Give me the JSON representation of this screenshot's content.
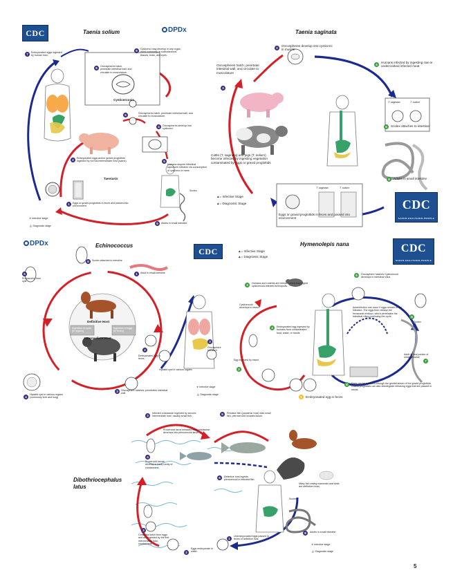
{
  "page_number": "5",
  "colors": {
    "red_arrow": "#d32027",
    "blue_arrow": "#1b2a8e",
    "cdc_blue": "#1d4f91",
    "infective_badge": "#3a2d7a",
    "green_badge": "#3f9d3f"
  },
  "taenia_solium": {
    "title": "Taenia solium",
    "logo_cdc": "CDC",
    "logo_dpdx": "DPDx",
    "cysticercosis_label": "Cysticercosis",
    "taeniasis_label": "Taeniasis",
    "steps": [
      {
        "n": "7",
        "text": "Embryonated eggs ingested by human host."
      },
      {
        "n": "8",
        "text": "Oncospheres hatch, penetrate intestinal wall, and circulate to musculature."
      },
      {
        "n": "9",
        "text": "Cysticerci may develop in any organ, most commonly in subcutaneous tissues, brain, and eyes."
      },
      {
        "n": "2",
        "text": "Embryonated eggs and/or gravid proglottids ingested by normal intermediate host (swine)."
      },
      {
        "n": "3",
        "text": "Oncospheres hatch, penetrate intestinal wall, and circulate to musculature."
      },
      {
        "n": "4",
        "text": "Oncospheres develop into cysticerci."
      },
      {
        "n": "5",
        "text": "Humans acquire intestinal tapeworm infection via consumption of cysticerci in meat."
      },
      {
        "n": "6",
        "text": "Adults in small intestine"
      },
      {
        "n": "1",
        "text": "Eggs or gravid proglottids in feces and passed into environment."
      }
    ],
    "scolex_label": "Scolex",
    "legend": {
      "infective": "Infective stage",
      "diagnostic": "Diagnostic stage"
    }
  },
  "taenia_saginata": {
    "title": "Taenia saginata",
    "logo_cdc": "CDC",
    "logo_sub": "SAFER·HEALTHIER·PEOPLE",
    "steps": [
      {
        "n": "2",
        "text": "Oncospheres develop into cysticerci in muscle"
      },
      {
        "n": "3",
        "text": "Oncospheres hatch, penetrate intestinal wall, and circulate to musculature"
      },
      {
        "n": "4",
        "text": "Humans infected by ingesting raw or undercooked infected meat"
      },
      {
        "n": "5",
        "text": "Scolex attaches to intestine"
      },
      {
        "n": "6",
        "text": "Adults in small intestine"
      },
      {
        "n": "2",
        "text": "Cattle (T. saginata) and pigs (T. solium) become infected by ingesting vegetation contaminated by eggs or gravid proglottids"
      },
      {
        "n": "1",
        "text": "Eggs or gravid proglottids in feces and passed into environment"
      }
    ],
    "species": [
      "T. saginata",
      "T. solium"
    ],
    "legend": {
      "infective": "= Infective Stage",
      "diagnostic": "= Diagnostic Stage"
    }
  },
  "echinococcus": {
    "title": "Echinococcus",
    "logo_dpdx": "DPDx",
    "definitive_host": "Definitive Host",
    "intermediate_host": "Intermediate Host",
    "ingestion_cysts": "Ingestion of cysts (in organs)",
    "ingestion_eggs": "Ingestion of eggs (in feces)",
    "steps": [
      {
        "n": "6",
        "text": "Scolex attaches to intestine"
      },
      {
        "n": "1",
        "text": "Adult in small intestine"
      },
      {
        "n": "5",
        "text": "Protoscolex from cyst"
      },
      {
        "n": "2",
        "text": "Embryonated egg in feces"
      },
      {
        "n": "3",
        "text": "Oncosphere hatches; penetrates intestinal wall"
      },
      {
        "n": "4",
        "text": "Hydatid cyst in various organs (commonly liver and lung)"
      },
      {
        "n": "4",
        "text": "Hydatid cyst in various organs"
      },
      {
        "n": "3",
        "text": "Oncosphere released"
      }
    ],
    "legend": {
      "infective": "Infective stage",
      "diagnostic": "Diagnostic stage"
    }
  },
  "hymenolepis": {
    "title": "Hymenolepis nana",
    "logo_cdc": "CDC",
    "logo_sub": "SAFER·HEALTHIER·PEOPLE",
    "legend": {
      "infective": "= Infective Stage",
      "diagnostic": "= Diagnostic Stage"
    },
    "steps": [
      {
        "n": "3",
        "text": "Humans and rodents are infected when they ingest cysticercoid-infected arthropods."
      },
      {
        "n": "5",
        "text": "Oncosphere hatches Cysticercoid develops in intestinal villus"
      },
      {
        "n": "6",
        "text": "Scolex"
      },
      {
        "n": "7",
        "text": "Adult in ileal portion of small intestine"
      },
      {
        "n": "4",
        "text": "Cysticercoid develops in insect"
      },
      {
        "n": "4",
        "text": "Embryonated egg ingested by humans from contaminated food, water, or hands"
      },
      {
        "n": "2",
        "text": "Egg ingested by insect"
      },
      {
        "n": "1",
        "text": "Embryonated egg in feces"
      },
      {
        "n": "8",
        "text": "Eggs can be released through the genital atrium of the gravid proglottids. Gravid proglottids can also disintegrate releasing eggs that are passed in stools."
      }
    ],
    "autoinfection": "Autoinfection can occur if eggs remain in the intestine. The eggs then release the hexacanth embryo, which penetrates the intestinal villus continuing the cycle."
  },
  "diphyllobothrium": {
    "title_line1": "Dibothriocephalus",
    "title_line2": "latus",
    "steps": [
      {
        "n": "3",
        "text": "Infected crustacean ingested by second intermediate host, usually small fish."
      },
      {
        "n": "4",
        "text": "Procercoid larva released from crustacean develops into plerocercoid larva."
      },
      {
        "n": "5",
        "text": "Predator fish (paratenic host) eats small fish; plerocercoid invades tissue."
      },
      {
        "n": "4",
        "text": "Procercoid larvae develop in body cavity of crustaceans."
      },
      {
        "n": "6",
        "text": "Definitive host ingests plerocercoid in infected fish."
      },
      {
        "n": "7",
        "text": "Many fish-eating mammals and birds are definitive hosts."
      },
      {
        "n": "3",
        "text": "Coracidia hatch from eggs and are ingested by the first intermediate host, crustaceans."
      },
      {
        "n": "2",
        "text": "Eggs embryonate in water."
      },
      {
        "n": "8",
        "text": "Adults in small intestine"
      },
      {
        "n": "1",
        "text": "Unembryonated eggs passed in feces of definitive host."
      }
    ],
    "scolex": "Scolex",
    "legend": {
      "infective": "Infective stage",
      "diagnostic": "Diagnostic stage"
    }
  }
}
